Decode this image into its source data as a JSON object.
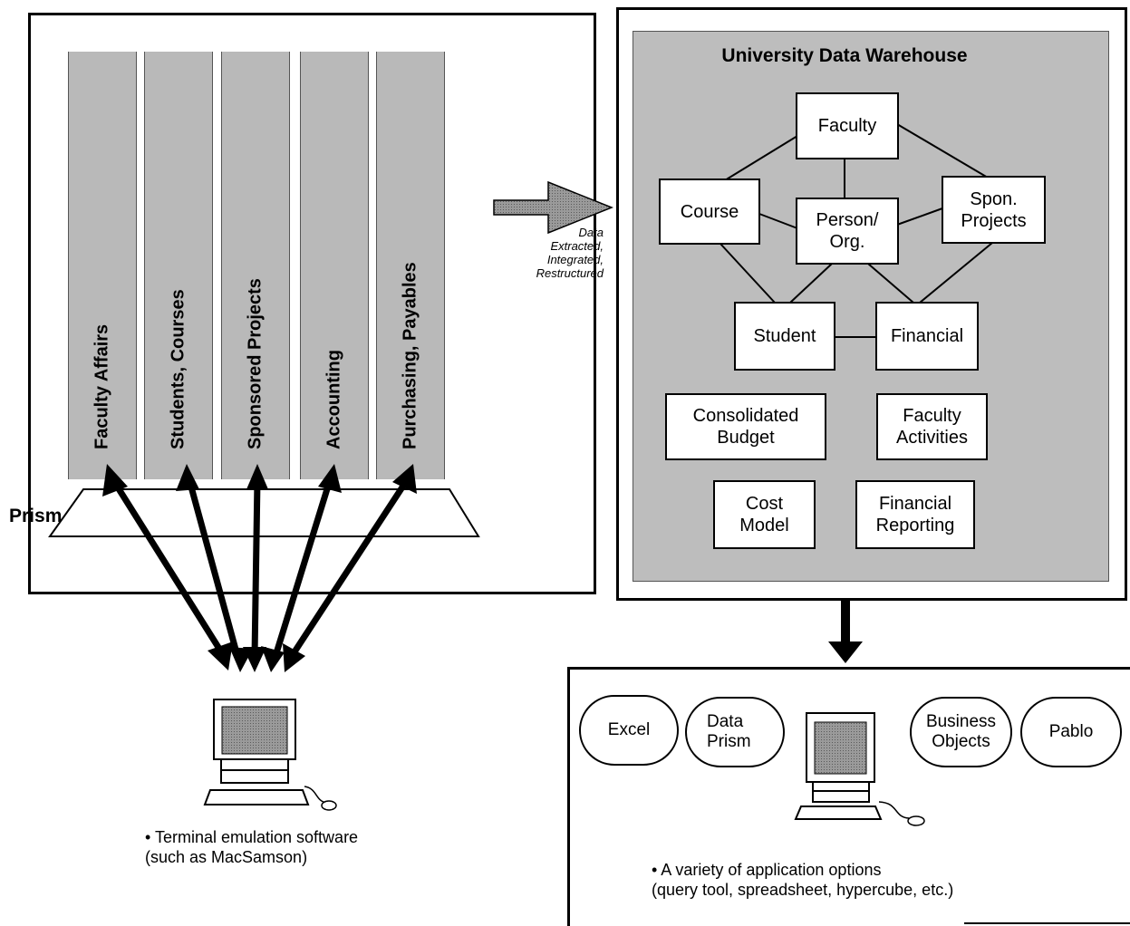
{
  "legacy": {
    "systems": [
      "Faculty Affairs",
      "Students, Courses",
      "Sponsored Projects",
      "Accounting",
      "Purchasing, Payables"
    ],
    "prism_label": "Prism",
    "terminal_caption": "• Terminal emulation software\n(such as MacSamson)"
  },
  "transfer": {
    "note": "Data\nExtracted,\nIntegrated,\nRestructured"
  },
  "warehouse": {
    "title": "University Data Warehouse",
    "entities": {
      "faculty": "Faculty",
      "course": "Course",
      "person_org": "Person/\nOrg.",
      "spon_projects": "Spon.\nProjects",
      "student": "Student",
      "financial": "Financial",
      "consolidated_budget": "Consolidated\nBudget",
      "faculty_activities": "Faculty\nActivities",
      "cost_model": "Cost\nModel",
      "financial_reporting": "Financial\nReporting"
    }
  },
  "tools": {
    "apps": [
      "Excel",
      "Data\nPrism",
      "Business\nObjects",
      "Pablo"
    ],
    "caption": "• A variety of application options\n(query tool, spreadsheet, hypercube, etc.)"
  },
  "colors": {
    "pillar": "#b9b9b9",
    "warehouse_bg": "#bdbdbd",
    "arrow": "#8a8a8a"
  }
}
